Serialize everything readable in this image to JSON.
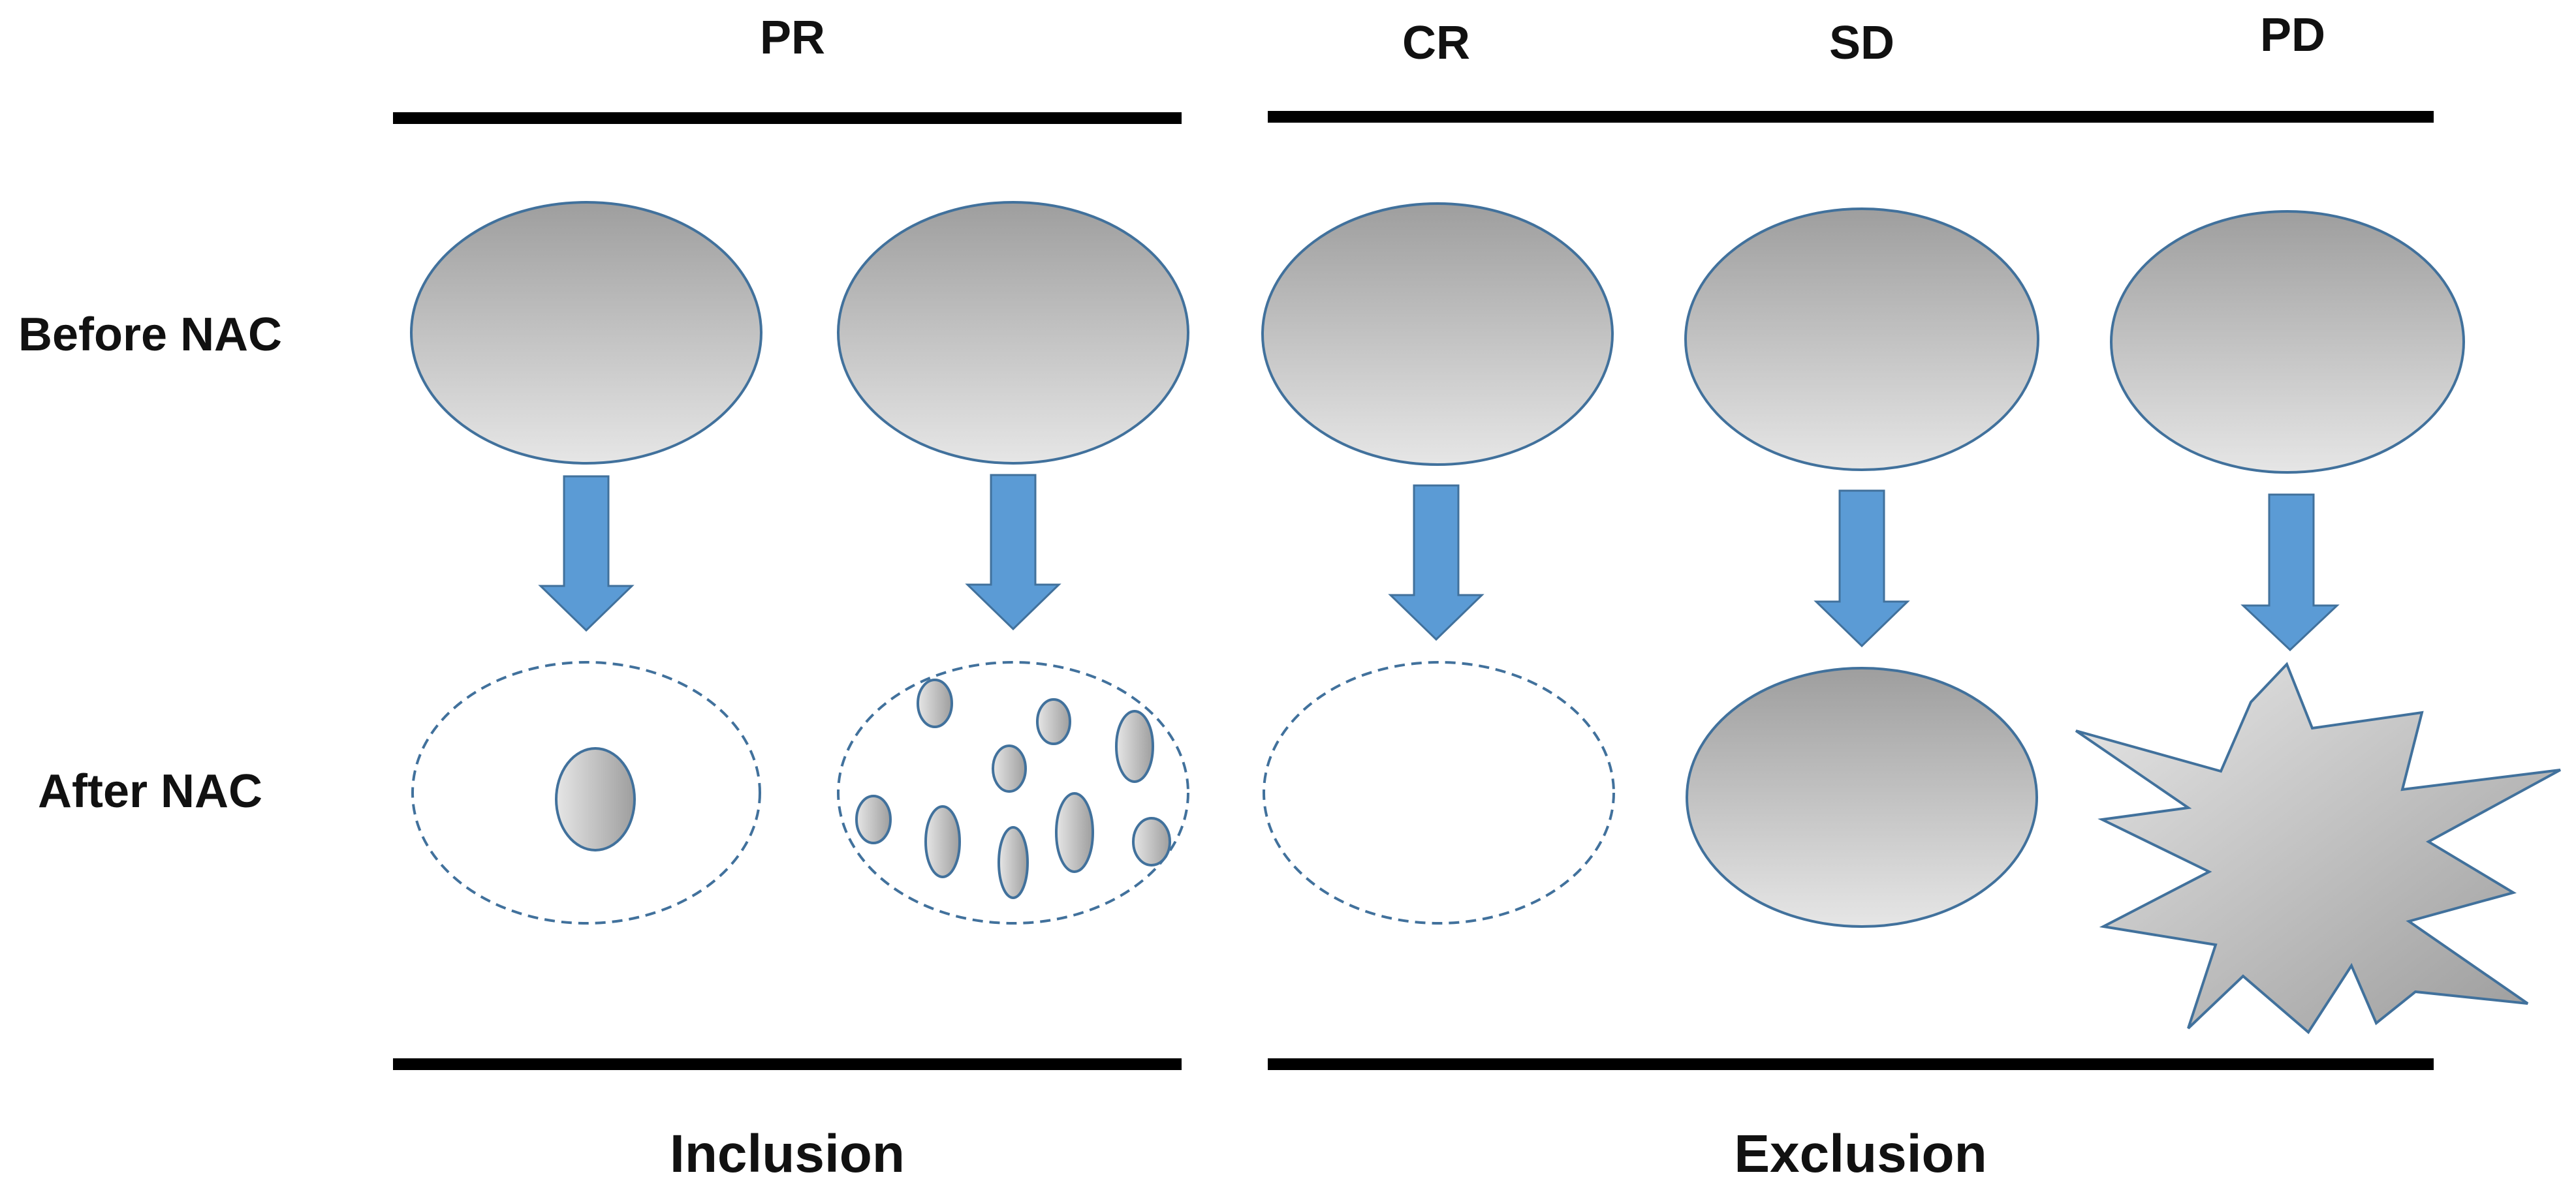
{
  "column_headers": {
    "pr": "PR",
    "cr": "CR",
    "sd": "SD",
    "pd": "PD"
  },
  "row_labels": {
    "before": "Before NAC",
    "after": "After NAC"
  },
  "group_labels": {
    "inclusion": "Inclusion",
    "exclusion": "Exclusion"
  },
  "colors": {
    "arrow_fill": "#5b9bd5",
    "outline": "#41719c",
    "bar": "#000000",
    "gradient_dark": "#9e9e9e",
    "gradient_light": "#e6e6e6"
  }
}
